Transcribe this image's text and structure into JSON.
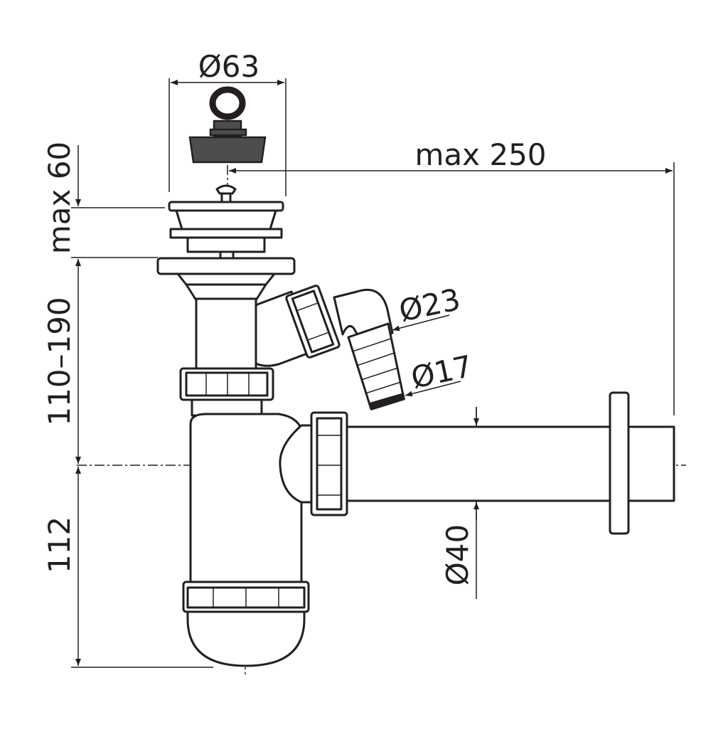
{
  "dimensions": {
    "strainer_diameter": "Ø63",
    "overflow_reach": "max 250",
    "plug_height": "max 60",
    "height_adjust": "110–190",
    "trap_depth": "112",
    "hose_outer_diameter": "Ø23",
    "hose_inner_diameter": "Ø17",
    "outlet_diameter": "Ø40"
  },
  "colors": {
    "line": "#231f20",
    "plug": "#4d4d4f",
    "background": "#ffffff"
  }
}
